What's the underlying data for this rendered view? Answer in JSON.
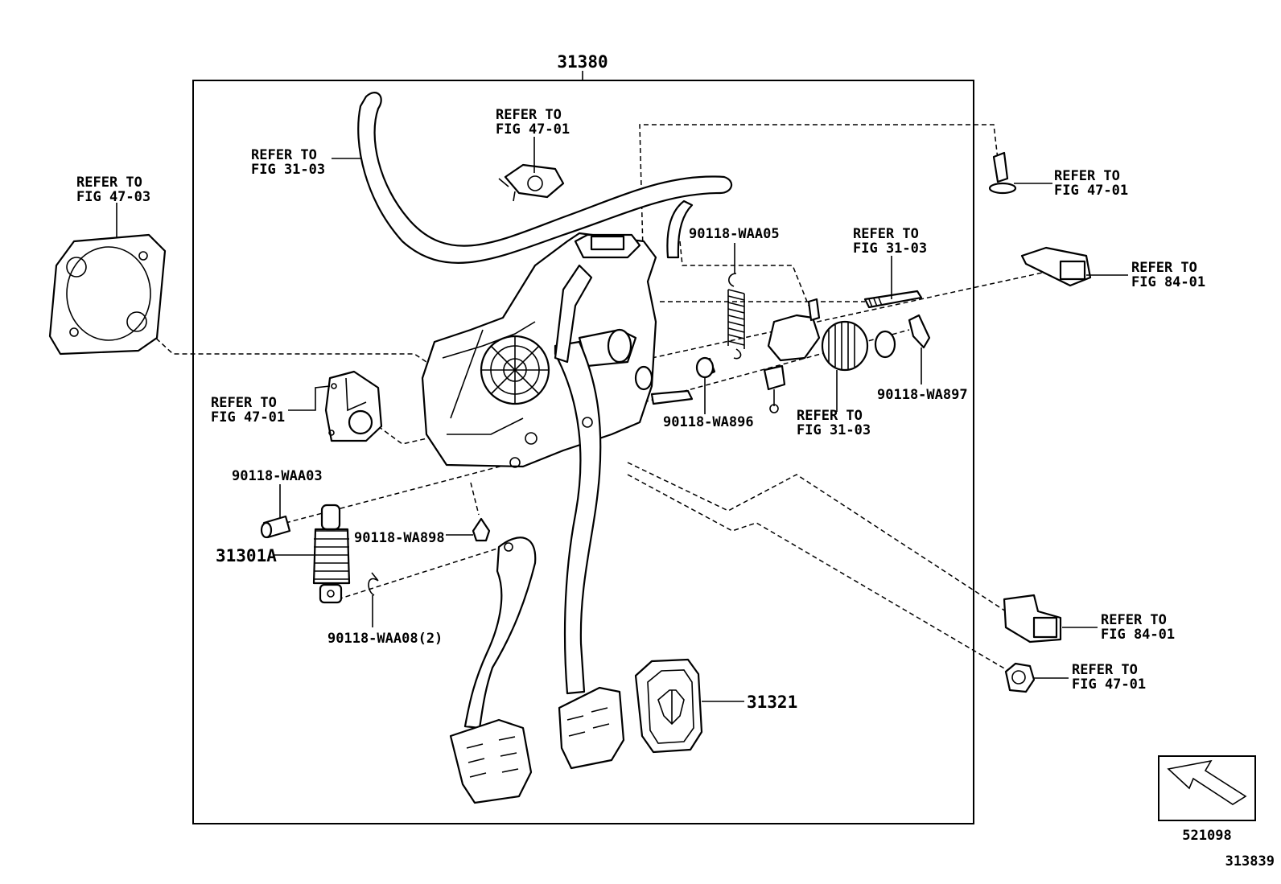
{
  "diagram": {
    "assembly_number": "31380",
    "labels": {
      "refer_fig_47_03_left": [
        "REFER TO",
        "FIG 47-03"
      ],
      "refer_fig_31_03_hose": [
        "REFER TO",
        "FIG 31-03"
      ],
      "refer_fig_47_01_sensor": [
        "REFER TO",
        "FIG 47-01"
      ],
      "refer_fig_47_01_clip": [
        "REFER TO",
        "FIG 47-01"
      ],
      "refer_fig_84_01_switch_top": [
        "REFER TO",
        "FIG 84-01"
      ],
      "refer_fig_31_03_rod": [
        "REFER TO",
        "FIG 31-03"
      ],
      "refer_fig_47_01_bracket": [
        "REFER TO",
        "FIG 47-01"
      ],
      "refer_fig_31_03_cylinder": [
        "REFER TO",
        "FIG 31-03"
      ],
      "refer_fig_84_01_switch_bottom": [
        "REFER TO",
        "FIG 84-01"
      ],
      "refer_fig_47_01_nut": [
        "REFER TO",
        "FIG 47-01"
      ]
    },
    "part_numbers": {
      "spring_pin": "90118-WAA05",
      "bushing": "90118-WA896",
      "clip_right": "90118-WA897",
      "pin_left": "90118-WAA03",
      "clip_small": "90118-WA898",
      "assist_spring": "31301A",
      "retainer_clip": "90118-WAA08(2)",
      "pedal_pad": "31321"
    },
    "illustration_number": "521098",
    "figure_number": "313839",
    "front_arrow_icon": "front-direction-arrow-icon"
  }
}
